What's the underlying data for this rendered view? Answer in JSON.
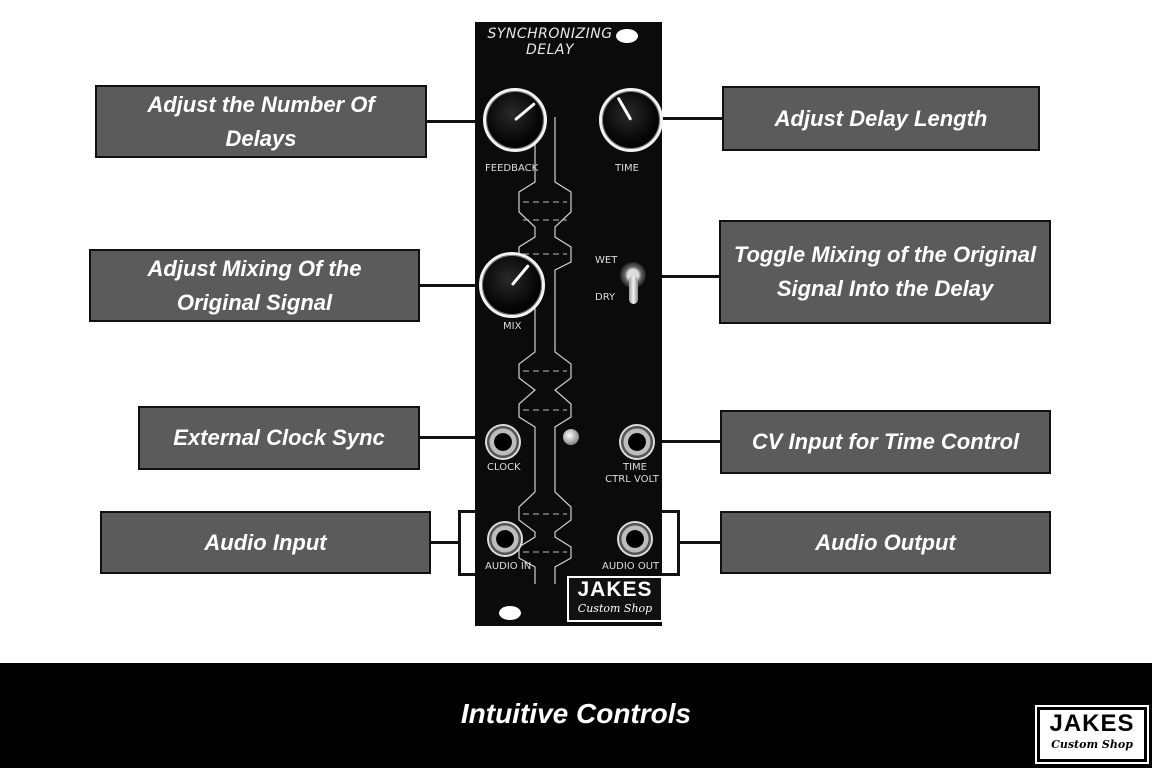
{
  "module": {
    "title_line1": "SYNCHRONIZING",
    "title_line2": "DELAY",
    "labels": {
      "feedback": "FEEDBACK",
      "time": "TIME",
      "mix": "MIX",
      "wet": "WET",
      "dry": "DRY",
      "clock": "CLOCK",
      "time_ctrl_line1": "TIME",
      "time_ctrl_line2": "CTRL VOLT",
      "audio_in": "AUDIO IN",
      "audio_out": "AUDIO OUT"
    },
    "logo_main": "JAKES",
    "logo_sub": "Custom Shop"
  },
  "callouts": {
    "feedback": "Adjust the Number Of Delays",
    "time": "Adjust Delay Length",
    "mix": "Adjust Mixing Of the Original Signal",
    "wet_dry": "Toggle Mixing of the Original Signal Into the Delay",
    "clock": "External Clock Sync",
    "cv": "CV Input for Time Control",
    "audio_in": "Audio Input",
    "audio_out": "Audio Output"
  },
  "footer": {
    "title": "Intuitive Controls",
    "logo_main": "JAKES",
    "logo_sub": "Custom Shop"
  }
}
